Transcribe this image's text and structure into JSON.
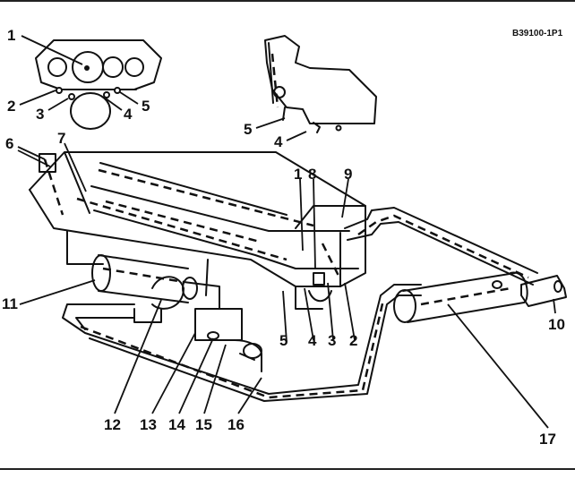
{
  "reference": "B39100-1P1",
  "callouts": {
    "c1": "1",
    "c2": "2",
    "c3": "3",
    "c4": "4",
    "c5": "5",
    "c6": "6",
    "c7": "7",
    "c8": "8",
    "c9": "9",
    "c10": "10",
    "c11": "11",
    "c12": "12",
    "c13": "13",
    "c14": "14",
    "c15": "15",
    "c16": "16",
    "c17": "17"
  }
}
